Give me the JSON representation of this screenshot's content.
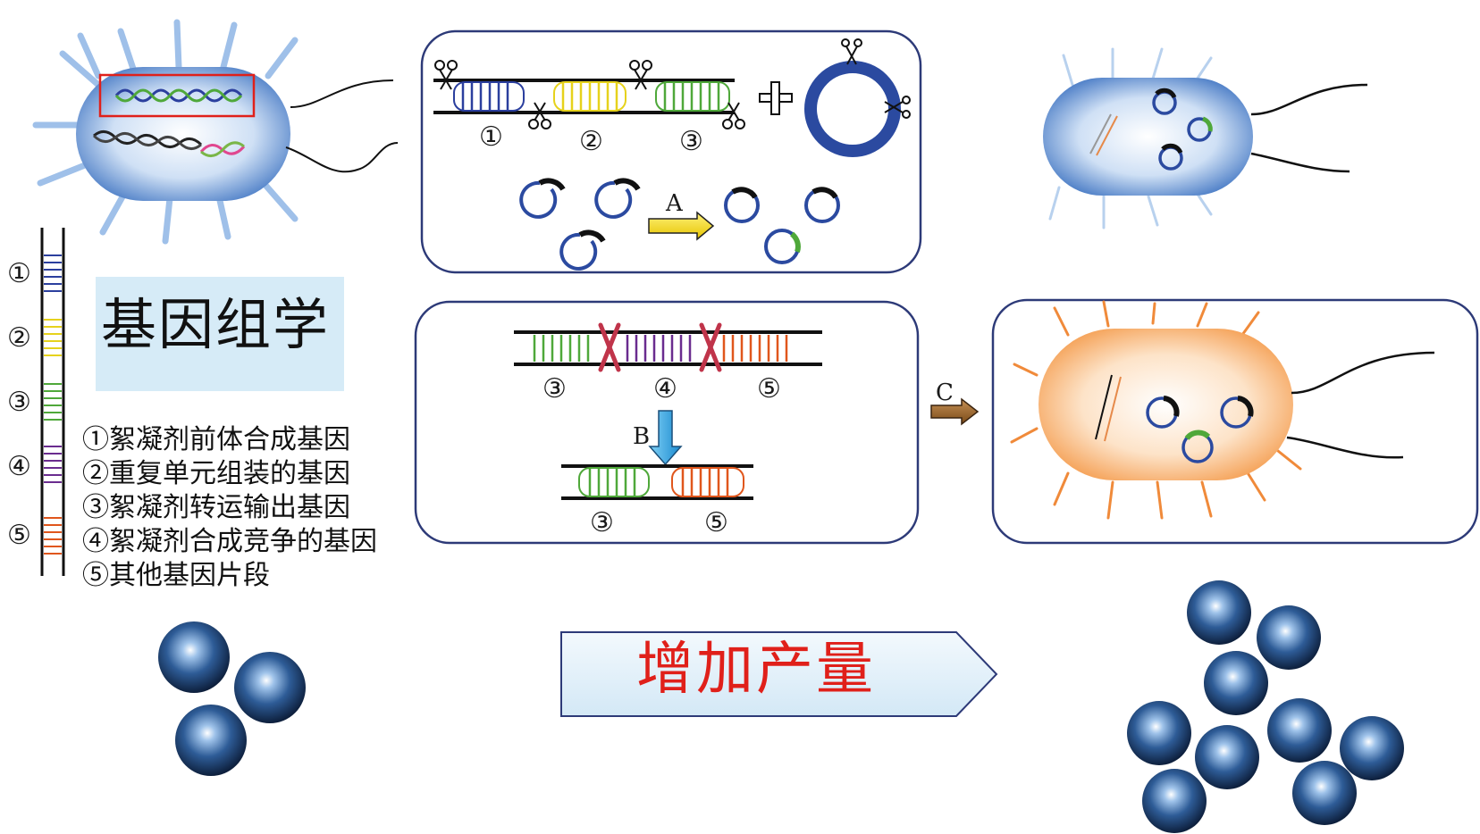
{
  "title": "基因组学",
  "boost_label": "增加产量",
  "step_labels": {
    "a": "A",
    "b": "B",
    "c": "C"
  },
  "gene_nums": {
    "n1": "①",
    "n2": "②",
    "n3": "③",
    "n4": "④",
    "n5": "⑤"
  },
  "legend": [
    "①絮凝剂前体合成基因",
    "②重复单元组装的基因",
    "③絮凝剂转运输出基因",
    "④絮凝剂合成竞争的基因",
    "⑤其他基因片段"
  ],
  "colors": {
    "gene1": "#2b3f9e",
    "gene2": "#e6d21c",
    "gene3": "#4fa83a",
    "gene4": "#6a2c8f",
    "gene5": "#e0561c",
    "panel_border": "#2d3a78",
    "cell_blue": "#5b8fd0",
    "cell_orange": "#f7b06a",
    "sphere": "#2a4f86",
    "title_bg": "#d6ebf7",
    "boost_text": "#e0201a"
  },
  "icons": [
    "scissors-icon",
    "plus-icon",
    "arrow-right-icon",
    "arrow-down-icon",
    "cross-out-icon"
  ]
}
